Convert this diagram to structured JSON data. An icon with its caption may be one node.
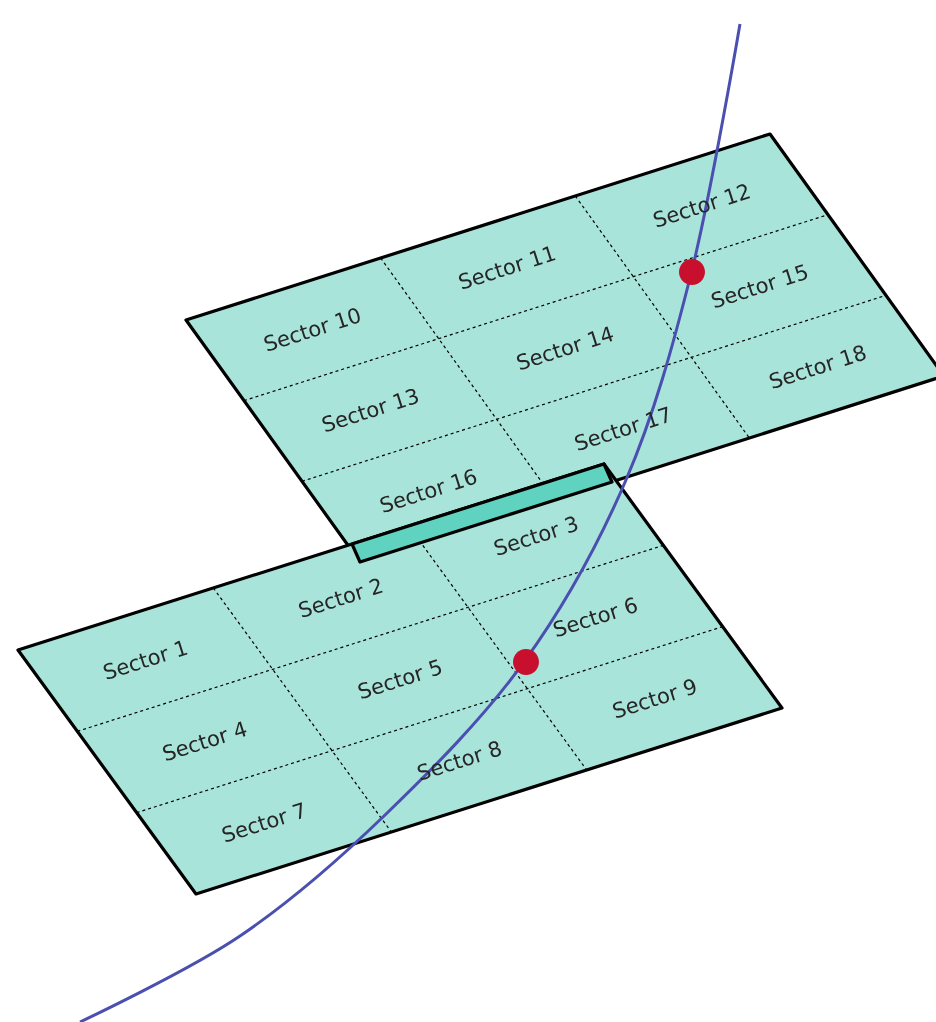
{
  "diagram": {
    "nodes": [
      {
        "text": [],
        "shape": "box"
      },
      {
        "text": [
          "Sector 10"
        ],
        "in": 0
      },
      {
        "text": [
          "Sector 11"
        ],
        "in": 0
      },
      {
        "text": [
          "Sector 12"
        ],
        "in": 0
      },
      {
        "text": [
          "Sector 13"
        ],
        "in": 0
      },
      {
        "text": [
          "Sector 14"
        ],
        "in": 0
      },
      {
        "text": [
          "Sector 15"
        ],
        "in": 0
      },
      {
        "text": [
          "Sector 16"
        ],
        "in": 0
      },
      {
        "text": [
          "Sector 17"
        ],
        "in": 0
      },
      {
        "text": [
          "Sector 18"
        ],
        "in": 0
      },
      {
        "text": [],
        "shape": "box"
      },
      {
        "text": [
          "Sector 1"
        ],
        "in": 10
      },
      {
        "text": [
          "Sector 2"
        ],
        "in": 10
      },
      {
        "text": [
          "Sector 3"
        ],
        "in": 10
      },
      {
        "text": [
          "Sector 4"
        ],
        "in": 10
      },
      {
        "text": [
          "Sector 5"
        ],
        "in": 10
      },
      {
        "text": [
          "Sector 6"
        ],
        "in": 10
      },
      {
        "text": [
          "Sector 7"
        ],
        "in": 10
      },
      {
        "text": [
          "Sector 8"
        ],
        "in": 10
      },
      {
        "text": [
          "Sector 9"
        ],
        "in": 10
      }
    ]
  }
}
